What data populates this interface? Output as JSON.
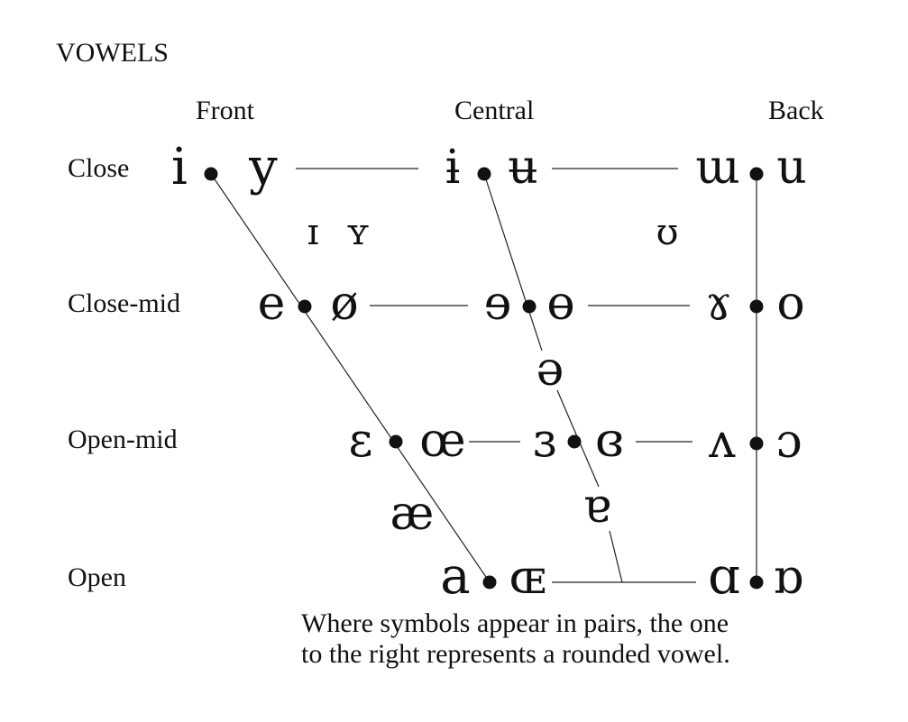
{
  "title": "VOWELS",
  "columns": {
    "front": "Front",
    "central": "Central",
    "back": "Back"
  },
  "rows": {
    "close": "Close",
    "close_mid": "Close-mid",
    "open_mid": "Open-mid",
    "open": "Open"
  },
  "symbols": {
    "close_front_unrounded": "i",
    "close_front_rounded": "y",
    "close_central_unrounded": "ɨ",
    "close_central_rounded": "ʉ",
    "close_back_unrounded": "ɯ",
    "close_back_rounded": "u",
    "near_close_front_unrounded": "ɪ",
    "near_close_front_rounded": "ʏ",
    "near_close_back_rounded": "ʊ",
    "close_mid_front_unrounded": "e",
    "close_mid_front_rounded": "ø",
    "close_mid_central_unrounded": "ɘ",
    "close_mid_central_rounded": "ɵ",
    "close_mid_back_unrounded": "ɤ",
    "close_mid_back_rounded": "o",
    "mid_central": "ə",
    "open_mid_front_unrounded": "ɛ",
    "open_mid_front_rounded": "œ",
    "open_mid_central_unrounded": "ɜ",
    "open_mid_central_rounded": "ɞ",
    "open_mid_back_unrounded": "ʌ",
    "open_mid_back_rounded": "ɔ",
    "near_open_front_unrounded": "æ",
    "near_open_central": "ɐ",
    "open_front_unrounded": "a",
    "open_front_rounded": "ɶ",
    "open_back_unrounded": "ɑ",
    "open_back_rounded": "ɒ"
  },
  "note": {
    "line1": "Where symbols appear in pairs, the one",
    "line2": "to the right represents a rounded vowel."
  }
}
